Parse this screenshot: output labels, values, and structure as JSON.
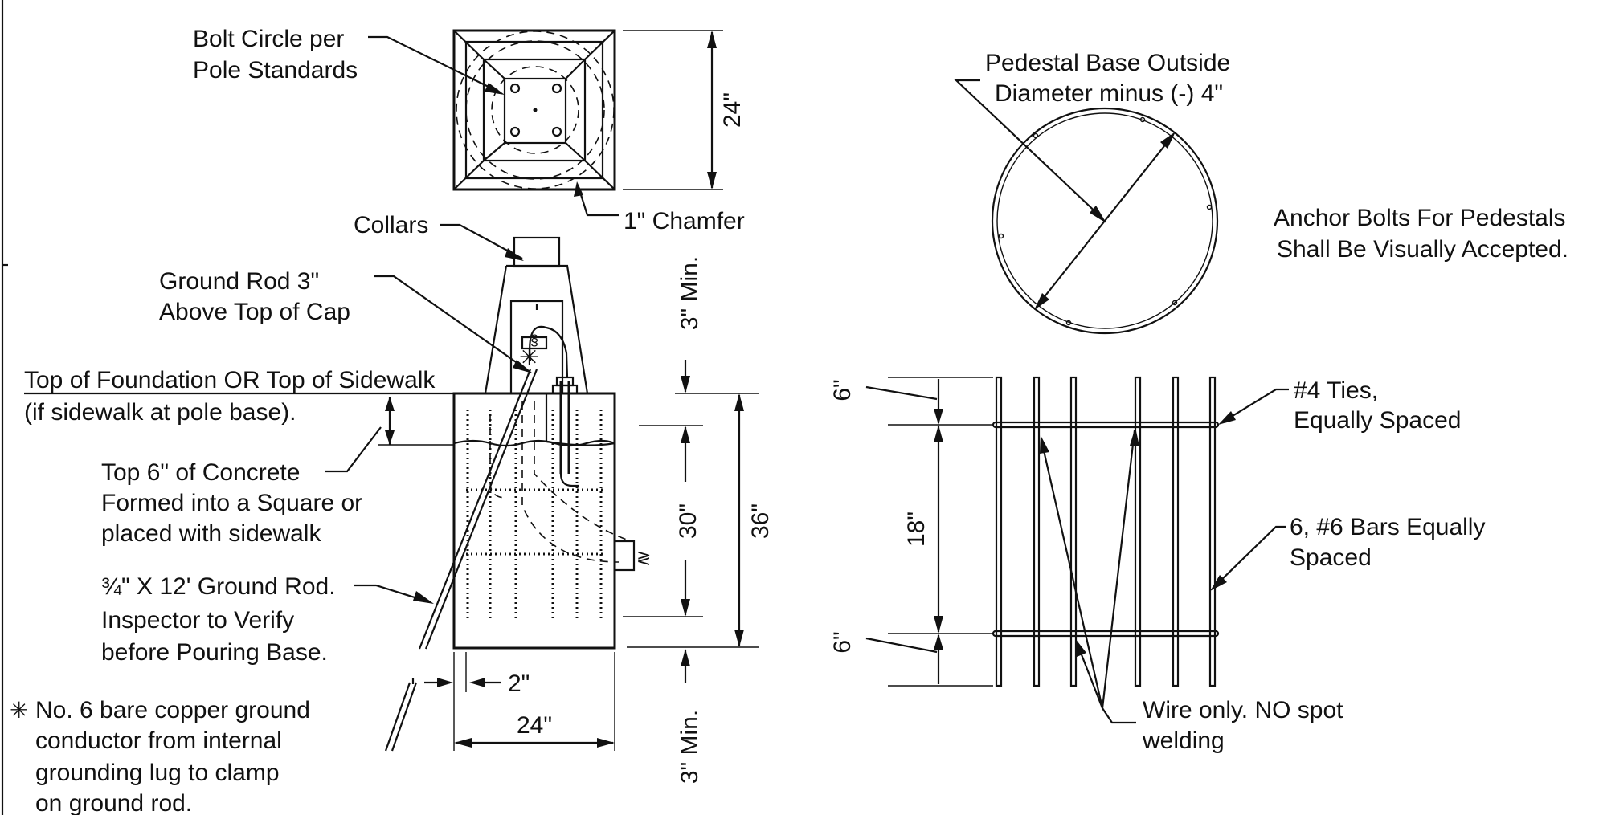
{
  "top_view": {
    "bolt_circle_label": [
      "Bolt Circle per",
      "Pole Standards"
    ],
    "width_dim": "24\"",
    "chamfer_label": "1\" Chamfer"
  },
  "elevation": {
    "collars_label": "Collars",
    "ground_rod_top_label": [
      "Ground Rod 3\"",
      "Above Top of Cap"
    ],
    "top_of_foundation_label": [
      "Top of Foundation OR Top of Sidewalk",
      "(if sidewalk at pole base)."
    ],
    "top_concrete_label": [
      "Top 6\" of Concrete",
      "Formed into a Square or",
      "placed with sidewalk"
    ],
    "ground_rod_label": [
      "¾\" X 12' Ground Rod.",
      "Inspector to Verify",
      "before Pouring Base."
    ],
    "copper_note_symbol": "✳",
    "copper_note": [
      "No. 6 bare copper ground",
      "conductor from internal",
      "grounding lug to clamp",
      "on ground rod."
    ],
    "dim_2": "2\"",
    "dim_width": "24\"",
    "dim_3min_top": "3\" Min.",
    "dim_3min_bottom": "3\" Min.",
    "dim_30": "30\"",
    "dim_36": "36\""
  },
  "circle_view": {
    "diameter_label": [
      "Pedestal Base Outside",
      "Diameter minus (-) 4\""
    ],
    "anchor_note": [
      "Anchor Bolts For Pedestals",
      "Shall Be Visually Accepted."
    ]
  },
  "cage_view": {
    "ties_label": [
      "#4 Ties,",
      "Equally  Spaced"
    ],
    "bars_label": [
      "6, #6 Bars Equally",
      "Spaced"
    ],
    "wire_label": [
      "Wire only. NO spot",
      "welding"
    ],
    "dim_6_top": "6\"",
    "dim_18": "18\"",
    "dim_6_bottom": "6\""
  }
}
